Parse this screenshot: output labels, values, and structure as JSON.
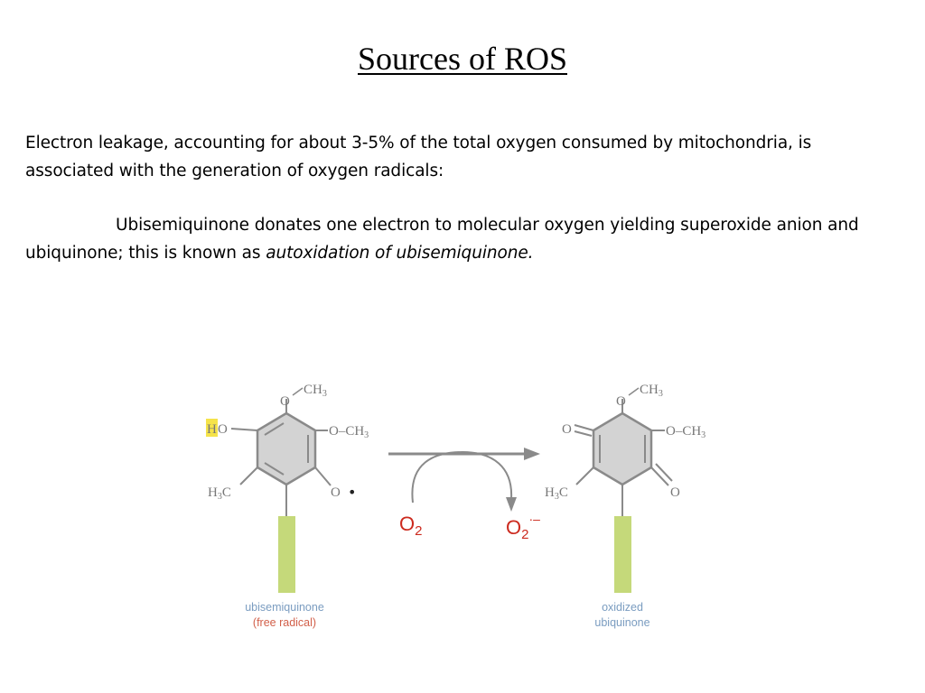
{
  "title": "Sources of ROS",
  "paragraph_1": "Electron leakage, accounting for about 3-5% of the total oxygen consumed by mitochondria, is associated with the generation of oxygen radicals:",
  "paragraph_2_text": "Ubisemiquinone donates one electron to molecular oxygen yielding superoxide anion and ubiquinone; this is known as ",
  "paragraph_2_emphasis": "autoxidation of ubisemiquinone.",
  "diagram": {
    "left_molecule": {
      "caption_line_1": "ubisemiquinone",
      "caption_line_2": "(free radical)",
      "methoxy_top": "CH",
      "methoxy_top_sub": "3",
      "methoxy_right": "O–CH",
      "methoxy_right_sub": "3",
      "hydroxyl_h": "H",
      "hydroxyl_o": "O",
      "methyl": "H",
      "methyl_sub": "3",
      "methyl_c": "C",
      "radical_o": "O",
      "radical_dot": "•",
      "o_top": "O"
    },
    "right_molecule": {
      "caption_line_1": "oxidized",
      "caption_line_2": "ubiquinone",
      "methoxy_top": "CH",
      "methoxy_top_sub": "3",
      "methoxy_right": "O–CH",
      "methoxy_right_sub": "3",
      "carbonyl_o_left": "O",
      "carbonyl_o_right": "O",
      "methyl": "H",
      "methyl_sub": "3",
      "methyl_c": "C",
      "o_top": "O"
    },
    "reactant_o": "O",
    "reactant_sub": "2",
    "product_o": "O",
    "product_sub": "2",
    "product_charge": "·–"
  },
  "colors": {
    "tail": "#c5d97a",
    "highlight": "#f5e34a",
    "caption_blue": "#7a9cc0",
    "caption_red": "#d2604a",
    "oxygen_red": "#cc2a1e",
    "ring_fill": "#d3d3d3",
    "bond": "#8a8a8a"
  }
}
